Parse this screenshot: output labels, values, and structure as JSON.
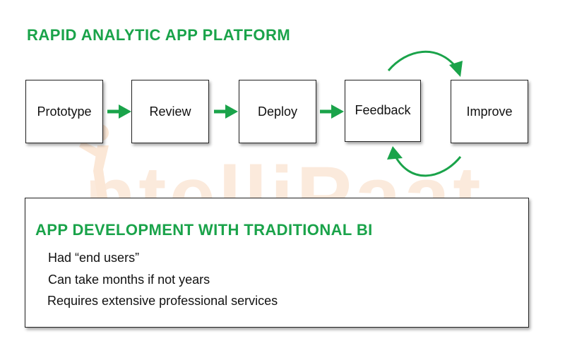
{
  "title": "RAPID ANALYTIC APP PLATFORM",
  "colors": {
    "accent": "#1aa34a",
    "watermark": "#fbe7d6",
    "border": "#222222"
  },
  "process": {
    "steps": [
      "Prototype",
      "Review",
      "Deploy",
      "Feedback",
      "Improve"
    ]
  },
  "watermark": {
    "text": "ntelliPaat"
  },
  "traditional": {
    "title": "APP DEVELOPMENT WITH TRADITIONAL BI",
    "items": [
      "Had “end users”",
      "Can take months if not years",
      "Requires extensive professional services"
    ]
  }
}
